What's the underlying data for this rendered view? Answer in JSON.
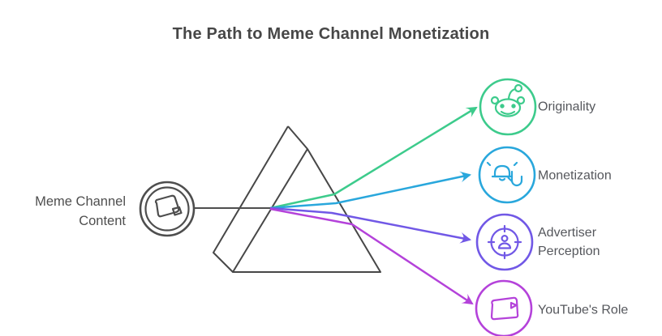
{
  "title": "The Path to Meme Channel Monetization",
  "source": {
    "label": "Meme Channel Content",
    "icon": "meme-megaphone-icon",
    "color": "#4e4e4e"
  },
  "prism": {
    "icon": "prism-shape",
    "color": "#474747"
  },
  "nodes": [
    {
      "label": "Originality",
      "icon": "reddit-icon",
      "color": "#3dcb8c"
    },
    {
      "label": "Monetization",
      "icon": "bell-click-icon",
      "color": "#29a7dc"
    },
    {
      "label": "Advertiser Perception",
      "icon": "audience-target-icon",
      "color": "#7158e6"
    },
    {
      "label": "YouTube's Role",
      "icon": "youtube-play-icon",
      "color": "#b442da"
    }
  ]
}
